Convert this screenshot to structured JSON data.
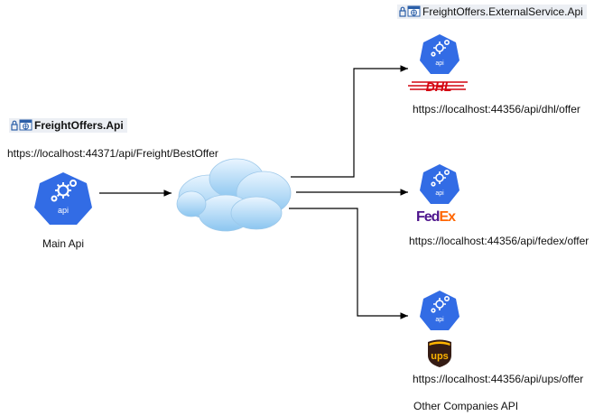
{
  "main_service": {
    "name": "FreightOffers.Api",
    "endpoint": "https://localhost:44371/api/Freight/BestOffer",
    "icon_caption": "api",
    "caption": "Main Api"
  },
  "external_service": {
    "name": "FreightOffers.ExternalService.Api"
  },
  "carriers": [
    {
      "logo_name": "dhl-logo",
      "logo_text": "DHL",
      "icon_caption": "api",
      "endpoint": "https://localhost:44356/api/dhl/offer"
    },
    {
      "logo_name": "fedex-logo",
      "logo_text_fe": "Fed",
      "logo_text_ex": "Ex",
      "icon_caption": "api",
      "endpoint": "https://localhost:44356/api/fedex/offer"
    },
    {
      "logo_name": "ups-logo",
      "logo_text": "ups",
      "icon_caption": "api",
      "endpoint": "https://localhost:44356/api/ups/offer"
    }
  ],
  "footer_caption": "Other Companies API",
  "colors": {
    "api_blue": "#326ce5",
    "dhl_red": "#d40511",
    "fedex_purple": "#4d148c",
    "fedex_orange": "#ff6600",
    "ups_brown": "#351c15",
    "cloud": "#a8d4f5"
  }
}
